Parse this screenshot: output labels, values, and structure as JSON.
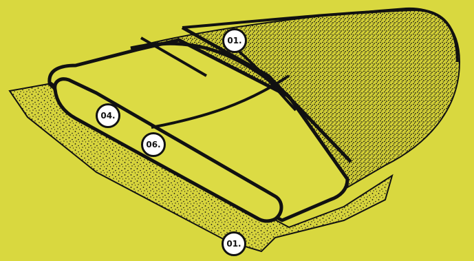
{
  "colors": {
    "background": "#d9d83f",
    "ink": "#111111",
    "stipple_fill": "#c9c536",
    "callout_bg": "#ffffff"
  },
  "callouts": {
    "top": "01.",
    "bottom": "01.",
    "left": "04.",
    "middle": "06."
  }
}
